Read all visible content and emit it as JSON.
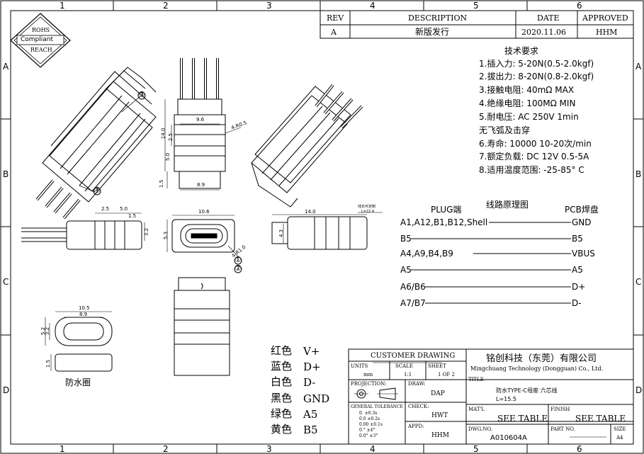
{
  "zones": {
    "columns": [
      "1",
      "2",
      "3",
      "4",
      "5",
      "6"
    ],
    "rows": [
      "A",
      "B",
      "C",
      "D"
    ]
  },
  "revision_table": {
    "headers": {
      "rev": "REV",
      "description": "DESCRIPTION",
      "date": "DATE",
      "approved": "APPROVED"
    },
    "row": {
      "rev": "A",
      "description": "新版发行",
      "date": "2020.11.06",
      "approved": "HHM"
    }
  },
  "rohs_badge": {
    "line1": "ROHS",
    "line2": "Compliant",
    "line3": "REACH"
  },
  "tech_requirements": {
    "title": "技术要求",
    "items": [
      "1.插入力: 5-20N(0.5-2.0kgf)",
      "2.拔出力: 8-20N(0.8-2.0kgf)",
      "3.接触电阻: 40mΩ MAX",
      "4.绝缘电阻: 100MΩ MIN",
      "5.耐电压: AC 250V 1min",
      "无飞弧及击穿",
      "6.寿命: 10000 10-20次/min",
      "7.额定负载: DC 12V 0.5-5A",
      "8.适用温度范围: -25-85° C"
    ]
  },
  "circuit": {
    "title": "线路原理图",
    "left_header": "PLUG端",
    "right_header": "PCB焊盘",
    "connections": [
      {
        "left": "A1,A12,B1,B12,Shell",
        "right": "GND"
      },
      {
        "left": "B5",
        "right": "B5"
      },
      {
        "left": "A4,A9,B4,B9",
        "right": "VBUS"
      },
      {
        "left": "A5",
        "right": "A5"
      },
      {
        "left": "A6/B6",
        "right": "D+"
      },
      {
        "left": "A7/B7",
        "right": "D-"
      }
    ]
  },
  "wire_colors": [
    {
      "color": "红色",
      "signal": "V+"
    },
    {
      "color": "蓝色",
      "signal": "D+"
    },
    {
      "color": "白色",
      "signal": "D-"
    },
    {
      "color": "黑色",
      "signal": "GND"
    },
    {
      "color": "绿色",
      "signal": "A5"
    },
    {
      "color": "黄色",
      "signal": "B5"
    }
  ],
  "dimensions": {
    "front_width": "9.6",
    "front_height": "14.0",
    "front_d1": "2.5",
    "front_d2": "5.0",
    "front_bottom": "8.9",
    "front_left_small": "1.5",
    "front_radius": "4-R0.5",
    "side_a": "2.5",
    "side_b": "5.0",
    "side_c": "1.5",
    "side_h": "3.2",
    "end_width": "10.6",
    "end_height": "5.3",
    "end_radius": "4-R1.0",
    "right_len": "14.0",
    "right_h": "4.3",
    "seal_w1": "10.5",
    "seal_w2": "8.9",
    "seal_h1": "3.2",
    "seal_h2": "5.2",
    "seal_t": "1.5",
    "callout_note": "线长可定制",
    "callout_note2": "L=22.4"
  },
  "balloons": {
    "b1": "①",
    "b2": "②",
    "b3": "③",
    "b4": "④"
  },
  "seal_label": "防水圈",
  "title_block": {
    "customer_drawing": "CUSTOMER DRAWING",
    "units_label": "UNITS",
    "units_value": "mm",
    "scale_label": "SCALE",
    "scale_value": "1:1",
    "sheet_label": "SHEET",
    "sheet_value": "1 OF 2",
    "company_cn": "铭创科技（东莞）有限公司",
    "company_en": "Mingchuang Technology (Dongguan) Co., Ltd.",
    "projection_label": "PROJECTION:",
    "draw_label": "DRAW:",
    "draw_value": "DAP",
    "title_label": "TITLE",
    "title_line1": "防水TYPE-C母座 六芯线",
    "title_line2": "L=15.5",
    "tolerance_label": "GENERAL TOLERANCE",
    "tolerances": [
      "0.  ±0.3s",
      "0.0  ±0.2s",
      "0.00 ±0.1s",
      "0.° ±4°",
      "0.0° ±3°"
    ],
    "check_label": "CHECK:",
    "check_value": "HWT",
    "matl_label": "MAT'L",
    "matl_value": "SEE TABLE",
    "finish_label": "FINISH",
    "finish_value": "SEE TABLE",
    "appd_label": "APPD:",
    "appd_value": "HHM",
    "dwg_label": "DWG.NO.",
    "dwg_value": "A010604A",
    "part_label": "PART NO.",
    "part_value": "",
    "size_label": "SIZE",
    "size_value": "A4"
  }
}
